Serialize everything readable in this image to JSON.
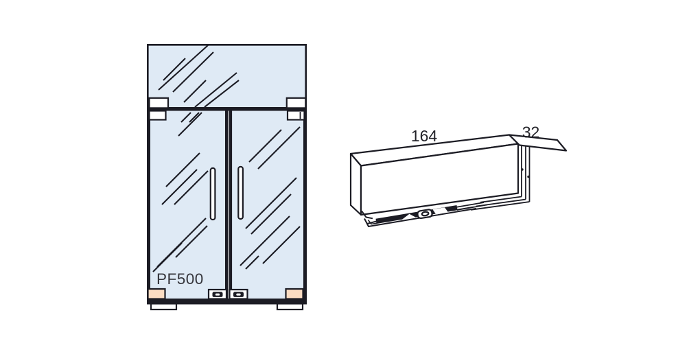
{
  "door_assembly": {
    "model_label": "PF500"
  },
  "fitting_drawing": {
    "width_dim": "164",
    "depth_dim": "32"
  },
  "colors": {
    "c-glass": "#dfeaf5",
    "c-line": "#1c1c24",
    "c-peach": "#fbdcc2",
    "c-text": "#35353b",
    "c-dim": "#222228",
    "c-bg": "#ffffff"
  }
}
